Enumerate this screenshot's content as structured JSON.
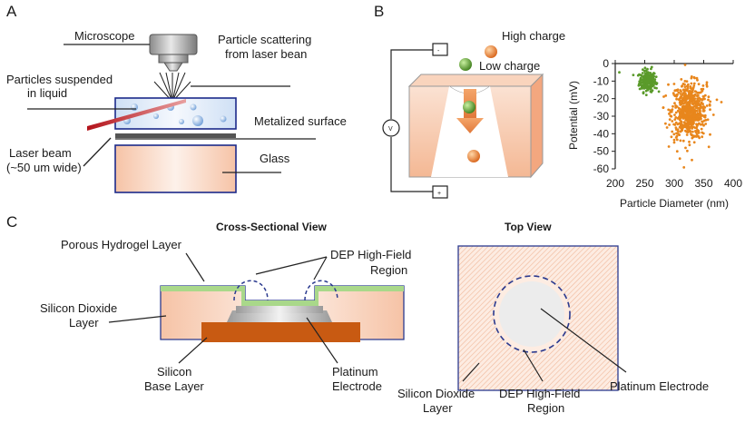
{
  "panels": {
    "a": "A",
    "b": "B",
    "c": "C"
  },
  "panel_a": {
    "microscope": "Microscope",
    "scatter_l1": "Particle scattering",
    "scatter_l2": "from laser bean",
    "suspended_l1": "Particles suspended",
    "suspended_l2": "in liquid",
    "metalized": "Metalized surface",
    "laser_l1": "Laser beam",
    "laser_l2": "(~50 um wide)",
    "glass": "Glass"
  },
  "panel_b": {
    "high_charge": "High charge",
    "low_charge": "Low charge",
    "minus": "-",
    "plus": "+",
    "voltmeter": "V",
    "colors": {
      "green": "#5a9a2a",
      "orange": "#e8861c"
    }
  },
  "chart_data": {
    "type": "scatter",
    "xlabel": "Particle Diameter (nm)",
    "ylabel": "Potential (mV)",
    "xlim": [
      200,
      400
    ],
    "ylim": [
      -60,
      0
    ],
    "xticks": [
      "200",
      "250",
      "300",
      "350",
      "400"
    ],
    "yticks": [
      "0",
      "-10",
      "-20",
      "-30",
      "-40",
      "-50",
      "-60"
    ],
    "grid": false,
    "series": [
      {
        "color": "#5a9a2a",
        "center": [
          255,
          -10
        ],
        "spread": [
          7,
          3
        ],
        "count": 220,
        "points": [
          [
            207,
            -5
          ],
          [
            262,
            -2
          ],
          [
            245,
            -7
          ],
          [
            270,
            -14
          ]
        ]
      },
      {
        "color": "#e8861c",
        "center": [
          325,
          -27
        ],
        "spread": [
          15,
          8
        ],
        "count": 600,
        "points": [
          [
            290,
            -12
          ],
          [
            355,
            -12
          ],
          [
            300,
            -45
          ],
          [
            330,
            -55
          ],
          [
            380,
            -22
          ],
          [
            305,
            -50
          ]
        ]
      }
    ]
  },
  "panel_c": {
    "cross_title": "Cross-Sectional View",
    "top_title": "Top View",
    "porous": "Porous Hydrogel Layer",
    "dep_l1": "DEP High-Field",
    "dep_l2": "Region",
    "sio2_l1": "Silicon Dioxide",
    "sio2_l2": "Layer",
    "silicon_l1": "Silicon",
    "silicon_l2": "Base Layer",
    "platinum_l1": "Platinum",
    "platinum_l2": "Electrode",
    "top_platinum": "Platinum Electrode",
    "top_sio2_l1": "Silicon Dioxide",
    "top_sio2_l2": "Layer",
    "top_dep_l1": "DEP High-Field",
    "top_dep_l2": "Region"
  }
}
